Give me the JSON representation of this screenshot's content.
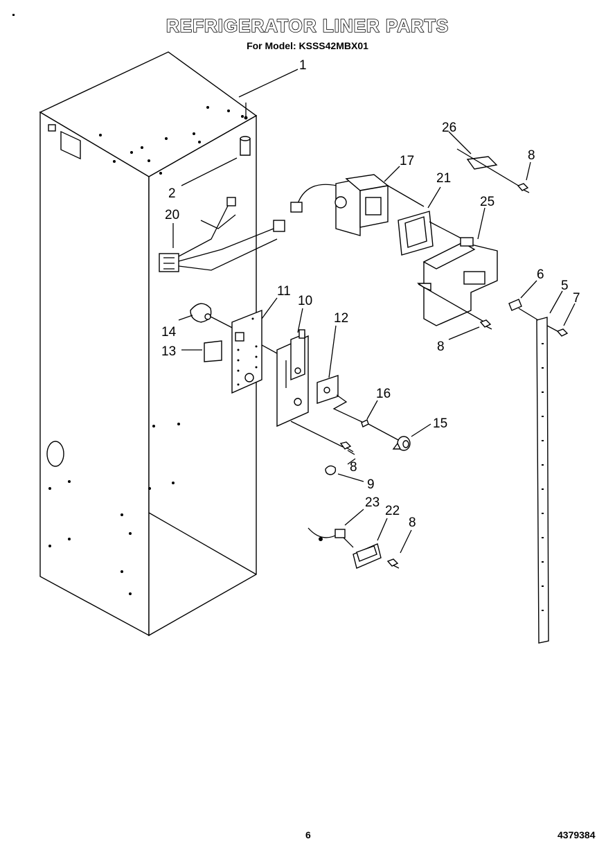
{
  "header": {
    "title": "REFRIGERATOR LINER PARTS",
    "subtitle": "For Model: KSSS42MBX01"
  },
  "footer": {
    "page_number": "6",
    "document_number": "4379384"
  },
  "callouts": [
    "1",
    "2",
    "20",
    "11",
    "10",
    "12",
    "14",
    "13",
    "16",
    "15",
    "8",
    "9",
    "23",
    "22",
    "8",
    "17",
    "21",
    "26",
    "8",
    "25",
    "6",
    "5",
    "7",
    "8"
  ]
}
